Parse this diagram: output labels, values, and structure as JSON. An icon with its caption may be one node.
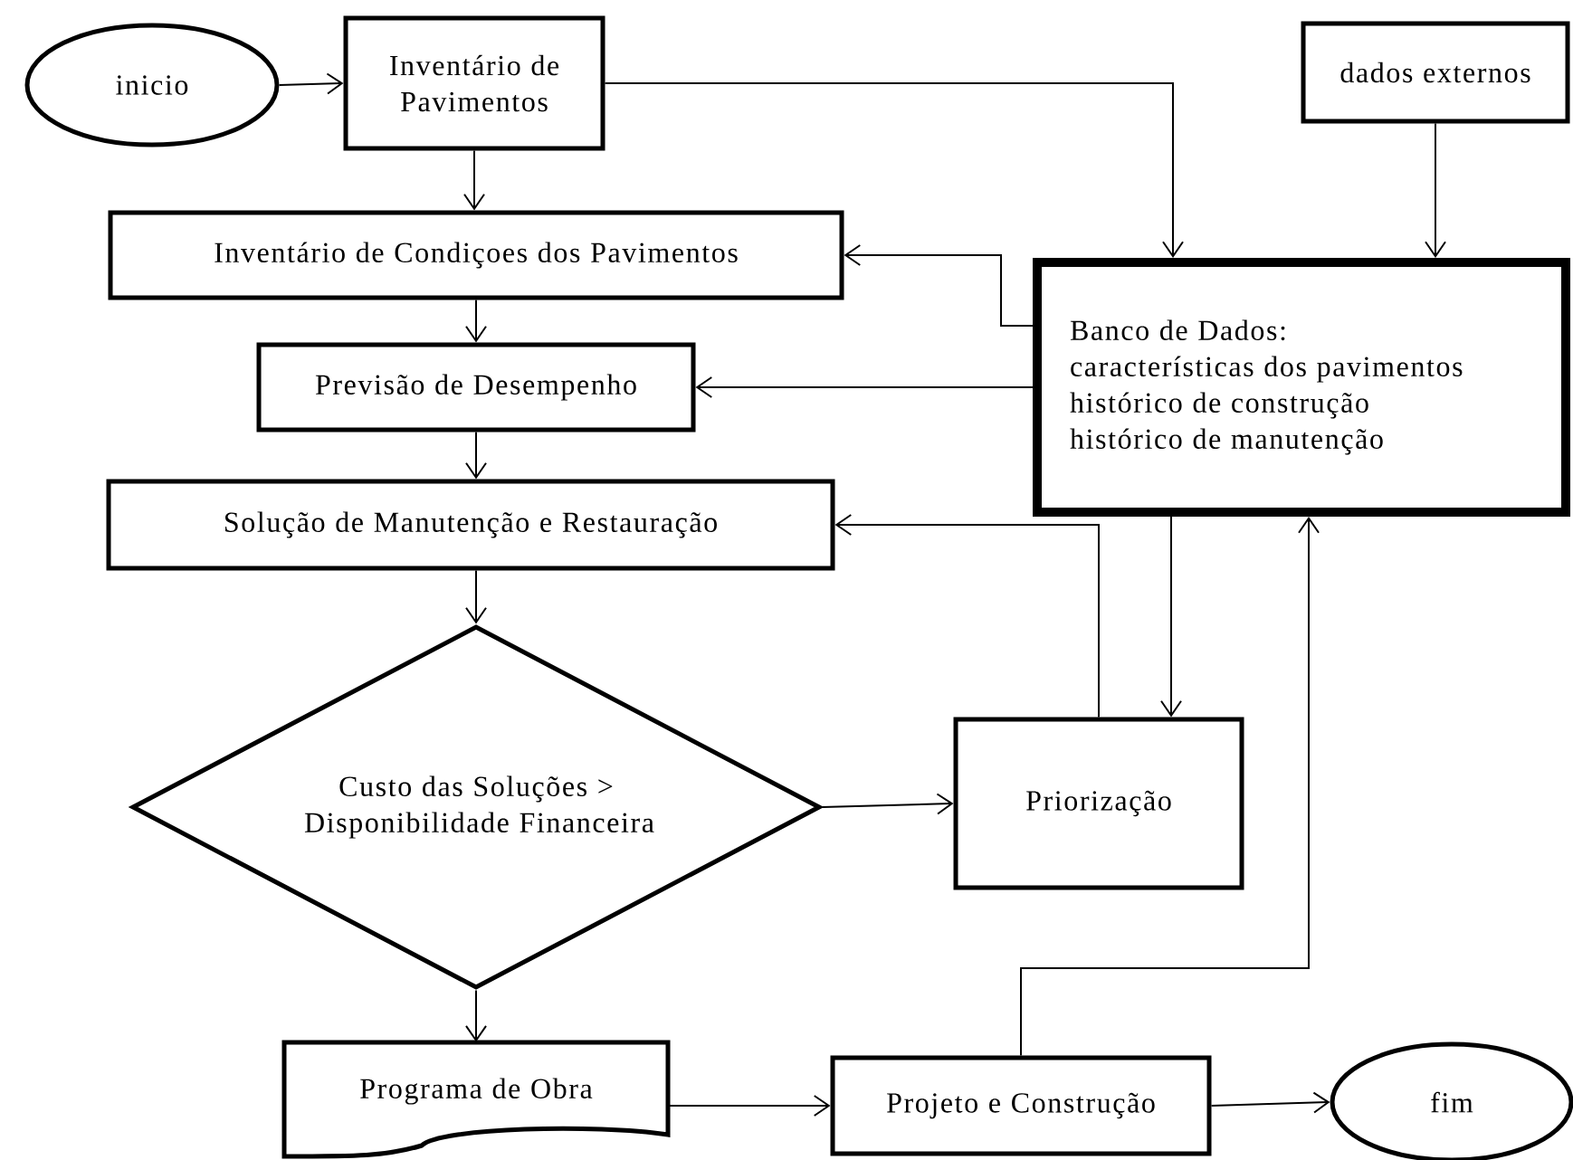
{
  "diagram": {
    "nodes": [
      {
        "text": [
          "inicio"
        ]
      },
      {
        "text": [
          "Inventário de Pavimentos"
        ]
      },
      {
        "text": [
          "dados externos"
        ]
      },
      {
        "text": [
          "Inventário de Condiçoes dos Pavimentos"
        ]
      },
      {
        "text": [
          "Banco de Dados:",
          "características dos pavimentos",
          "histórico de construção",
          "histórico de manutenção"
        ]
      },
      {
        "text": [
          "Previsão de Desempenho"
        ]
      },
      {
        "text": [
          "Solução de Manutenção e Restauração"
        ]
      },
      {
        "text": [
          "Custo das Soluções > Disponibilidade Financeira"
        ]
      },
      {
        "text": [
          "Priorização"
        ]
      },
      {
        "text": [
          "Programa de Obra"
        ]
      },
      {
        "text": [
          "Projeto e Construção"
        ]
      },
      {
        "text": [
          "fim"
        ]
      }
    ],
    "edges": [
      {
        "from": 0,
        "to": 1,
        "arrow": "to"
      },
      {
        "from": 1,
        "to": 3,
        "arrow": "to"
      },
      {
        "from": 1,
        "to": 4,
        "arrow": "to"
      },
      {
        "from": 2,
        "to": 4,
        "arrow": "to"
      },
      {
        "from": 4,
        "to": 3,
        "arrow": "to"
      },
      {
        "from": 4,
        "to": 5,
        "arrow": "to"
      },
      {
        "from": 3,
        "to": 5,
        "arrow": "to"
      },
      {
        "from": 5,
        "to": 6,
        "arrow": "to"
      },
      {
        "from": 8,
        "to": 6,
        "arrow": "to"
      },
      {
        "from": 4,
        "to": 8,
        "arrow": "to"
      },
      {
        "from": 6,
        "to": 7,
        "arrow": "to"
      },
      {
        "from": 7,
        "to": 8,
        "arrow": "to"
      },
      {
        "from": 7,
        "to": 9,
        "arrow": "to"
      },
      {
        "from": 9,
        "to": 10,
        "arrow": "to"
      },
      {
        "from": 10,
        "to": 11,
        "arrow": "to"
      },
      {
        "from": 10,
        "to": 4,
        "arrow": "to"
      }
    ]
  }
}
